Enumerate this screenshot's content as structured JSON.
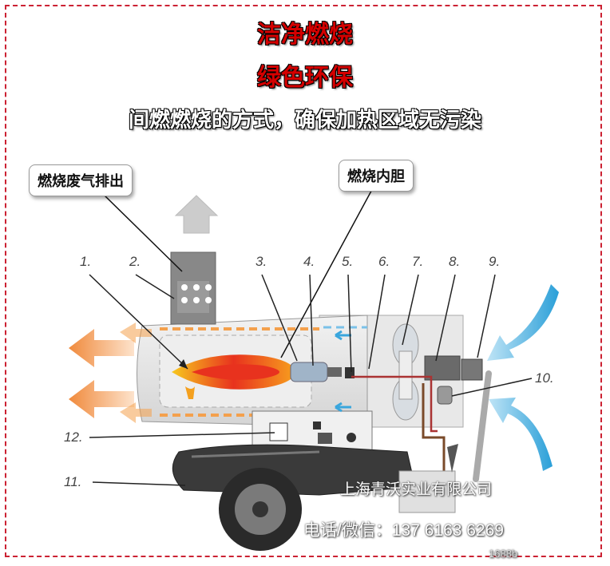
{
  "titles": {
    "line1": "洁净燃烧",
    "line2": "绿色环保",
    "line3": "间燃燃烧的方式，确保加热区域无污染"
  },
  "callouts": {
    "exhaust": "燃烧废气排出",
    "inner_chamber": "燃烧内胆"
  },
  "part_numbers": [
    "1.",
    "2.",
    "3.",
    "4.",
    "5.",
    "6.",
    "7.",
    "8.",
    "9.",
    "10.",
    "11.",
    "12."
  ],
  "watermark": {
    "company": "上海青沃实业有限公司",
    "phone": "电话/微信：137 6163 6269",
    "site": "1688b"
  },
  "colors": {
    "title_red": "#d40000",
    "warm_air_arrow": "#f08a3c",
    "cold_air_arrow": "#2a9fd8",
    "flame_red": "#e8321e",
    "flame_yellow": "#f7c81e"
  }
}
